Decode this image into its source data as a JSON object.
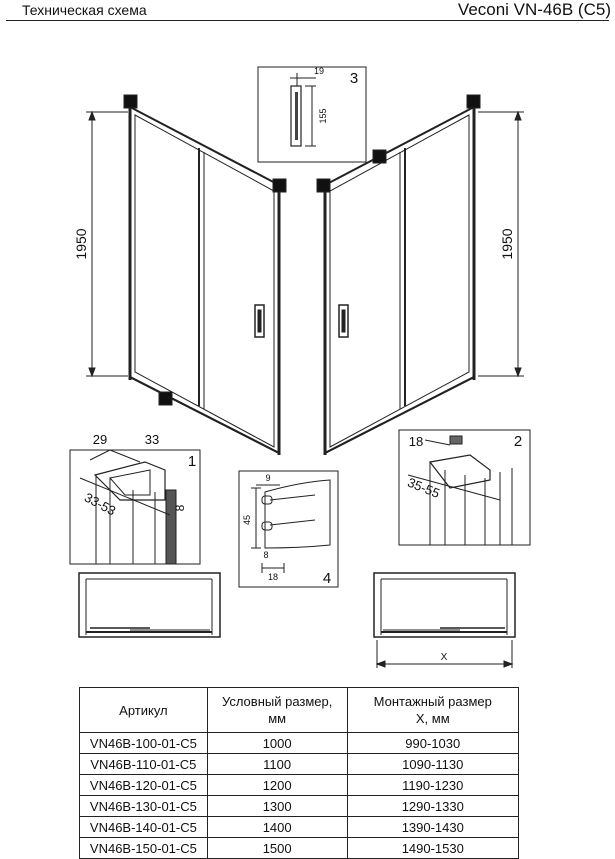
{
  "header": {
    "left_title": "Техническая схема",
    "right_title": "Veconi VN-46B (C5)"
  },
  "drawing": {
    "height_left": "1950",
    "height_right": "1950",
    "callouts": [
      "1",
      "2",
      "3",
      "4"
    ],
    "detail3": {
      "label": "3",
      "dim_width": "19",
      "dim_height": "155"
    },
    "detail1": {
      "label": "1",
      "dim_a": "29",
      "dim_b": "33",
      "dim_range": "33-53",
      "dim_c": "8"
    },
    "detail2": {
      "label": "2",
      "dim_a": "18",
      "dim_range": "35-55"
    },
    "detail4": {
      "label": "4",
      "dim_top": "9",
      "dim_height": "45",
      "dim_mid": "8",
      "dim_bottom": "18"
    },
    "plan_dim": "X"
  },
  "table": {
    "headers": [
      [
        "Артикул"
      ],
      [
        "Условный размер,",
        "мм"
      ],
      [
        "Монтажный размер",
        "X, мм"
      ]
    ],
    "rows": [
      [
        "VN46B-100-01-C5",
        "1000",
        "990-1030"
      ],
      [
        "VN46B-110-01-C5",
        "1100",
        "1090-1130"
      ],
      [
        "VN46B-120-01-C5",
        "1200",
        "1190-1230"
      ],
      [
        "VN46B-130-01-C5",
        "1300",
        "1290-1330"
      ],
      [
        "VN46B-140-01-C5",
        "1400",
        "1390-1430"
      ],
      [
        "VN46B-150-01-C5",
        "1500",
        "1490-1530"
      ]
    ]
  }
}
